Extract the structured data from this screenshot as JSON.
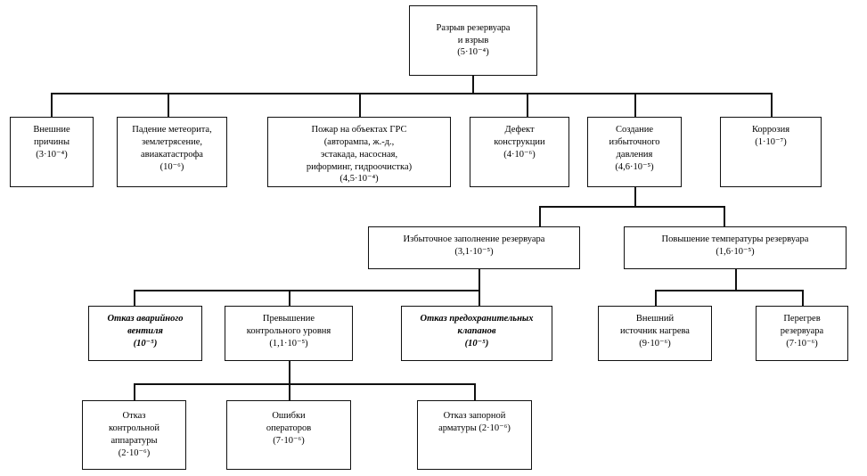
{
  "diagram": {
    "title": "Дерево отказов: Разрыв резервуара и взрыв",
    "type": "fault-tree",
    "line_color": "#111111",
    "background": "#ffffff"
  },
  "nodes": {
    "top_event": {
      "line1": "Разрыв резервуара",
      "line2": "и взрыв",
      "probability": "(5·10⁻⁴)"
    },
    "external_causes": {
      "line1": "Внешние",
      "line2": "причины",
      "probability": "(3·10⁻⁴)"
    },
    "meteorite": {
      "line1": "Падение метеорита,",
      "line2": "землетрясение,",
      "line3": "авиакатастрофа",
      "probability": "(10⁻⁶)"
    },
    "fire_grs": {
      "line1": "Пожар на объектах ГРС",
      "line2": "(авторампа, ж.-д.,",
      "line3": "эстакада, насосная,",
      "line4": "риформинг, гидроочистка)",
      "probability": "(4,5·10⁻⁴)"
    },
    "construction_defect": {
      "line1": "Дефект",
      "line2": "конструкции",
      "probability": "(4·10⁻⁶)"
    },
    "overpressure": {
      "line1": "Создание",
      "line2": "избыточного",
      "line3": "давления",
      "probability": "(4,6·10⁻⁵)"
    },
    "corrosion": {
      "line1": "Коррозия",
      "probability": "(1·10⁻⁷)"
    },
    "overfill": {
      "line1": "Избыточное заполнение резервуара",
      "probability": "(3,1·10⁻⁵)"
    },
    "temperature_rise": {
      "line1": "Повышение температуры резервуара",
      "probability": "(1,6·10⁻⁵)"
    },
    "emergency_valve_failure": {
      "line1": "Отказ аварийного",
      "line2": "вентиля",
      "probability": "(10⁻⁵)"
    },
    "level_exceeded": {
      "line1": "Превышение",
      "line2": "контрольного уровня",
      "probability": "(1,1·10⁻⁵)"
    },
    "safety_valve_failure": {
      "line1": "Отказ предохранительных",
      "line2": "клапанов",
      "probability": "(10⁻⁵)"
    },
    "external_heat_source": {
      "line1": "Внешний",
      "line2": "источник нагрева",
      "probability": "(9·10⁻⁶)"
    },
    "tank_overheat": {
      "line1": "Перегрев",
      "line2": "резервуара",
      "probability": "(7·10⁻⁶)"
    },
    "control_equipment_failure": {
      "line1": "Отказ",
      "line2": "контрольной",
      "line3": "аппаратуры",
      "probability": "(2·10⁻⁶)"
    },
    "operator_errors": {
      "line1": "Ошибки",
      "line2": "операторов",
      "probability": "(7·10⁻⁶)"
    },
    "shutoff_valve_failure": {
      "line1": "Отказ запорной",
      "line2": "арматуры (2·10⁻⁶)"
    }
  }
}
